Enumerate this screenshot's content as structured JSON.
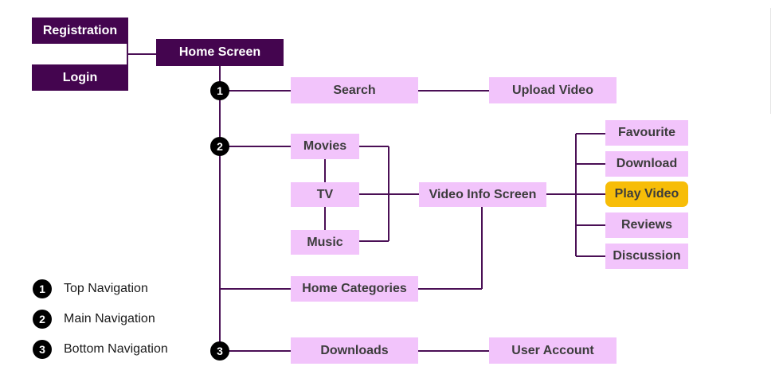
{
  "nodes": {
    "registration": "Registration",
    "login": "Login",
    "home_screen": "Home Screen",
    "search": "Search",
    "upload_video": "Upload Video",
    "movies": "Movies",
    "tv": "TV",
    "music": "Music",
    "video_info_screen": "Video Info Screen",
    "favourite": "Favourite",
    "download": "Download",
    "play_video": "Play Video",
    "reviews": "Reviews",
    "discussion": "Discussion",
    "home_categories": "Home Categories",
    "downloads": "Downloads",
    "user_account": "User Account"
  },
  "badges": [
    "1",
    "2",
    "3"
  ],
  "legend": [
    {
      "number": "1",
      "label": "Top Navigation"
    },
    {
      "number": "2",
      "label": "Main Navigation"
    },
    {
      "number": "3",
      "label": "Bottom Navigation"
    }
  ],
  "colors": {
    "dark_node": "#44054f",
    "light_node": "#f2c4fb",
    "highlight_node": "#f7bd08",
    "connector": "#4a0f55",
    "badge": "#000000"
  }
}
